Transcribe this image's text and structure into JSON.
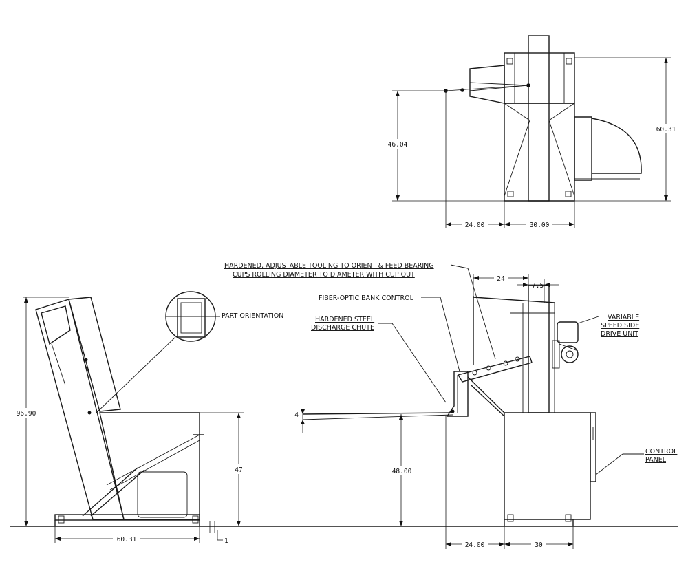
{
  "top_view": {
    "dim_height_left": "46.04",
    "dim_height_right": "60.31",
    "dim_width_left": "24.00",
    "dim_width_right": "30.00"
  },
  "left_view": {
    "dim_total_height": "96.90",
    "dim_cabinet_height": "47",
    "dim_base_width": "60.31",
    "dim_small": "1",
    "label_part_orientation": "PART ORIENTATION"
  },
  "right_view": {
    "label_tooling_line1": "HARDENED, ADJUSTABLE TOOLING TO ORIENT & FEED BEARING",
    "label_tooling_line2": "CUPS ROLLING DIAMETER TO DIAMETER WITH CUP OUT",
    "label_fiber_optic": "FIBER-OPTIC BANK CONTROL",
    "label_chute_line1": "HARDENED STEEL",
    "label_chute_line2": "DISCHARGE CHUTE",
    "label_drive_line1": "VARIABLE",
    "label_drive_line2": "SPEED SIDE",
    "label_drive_line3": "DRIVE UNIT",
    "label_panel_line1": "CONTROL",
    "label_panel_line2": "PANEL",
    "dim_top_24": "24",
    "dim_top_75": "7.5",
    "dim_height": "48.00",
    "dim_small": "4",
    "dim_bottom_left": "24.00",
    "dim_bottom_right": "30"
  }
}
